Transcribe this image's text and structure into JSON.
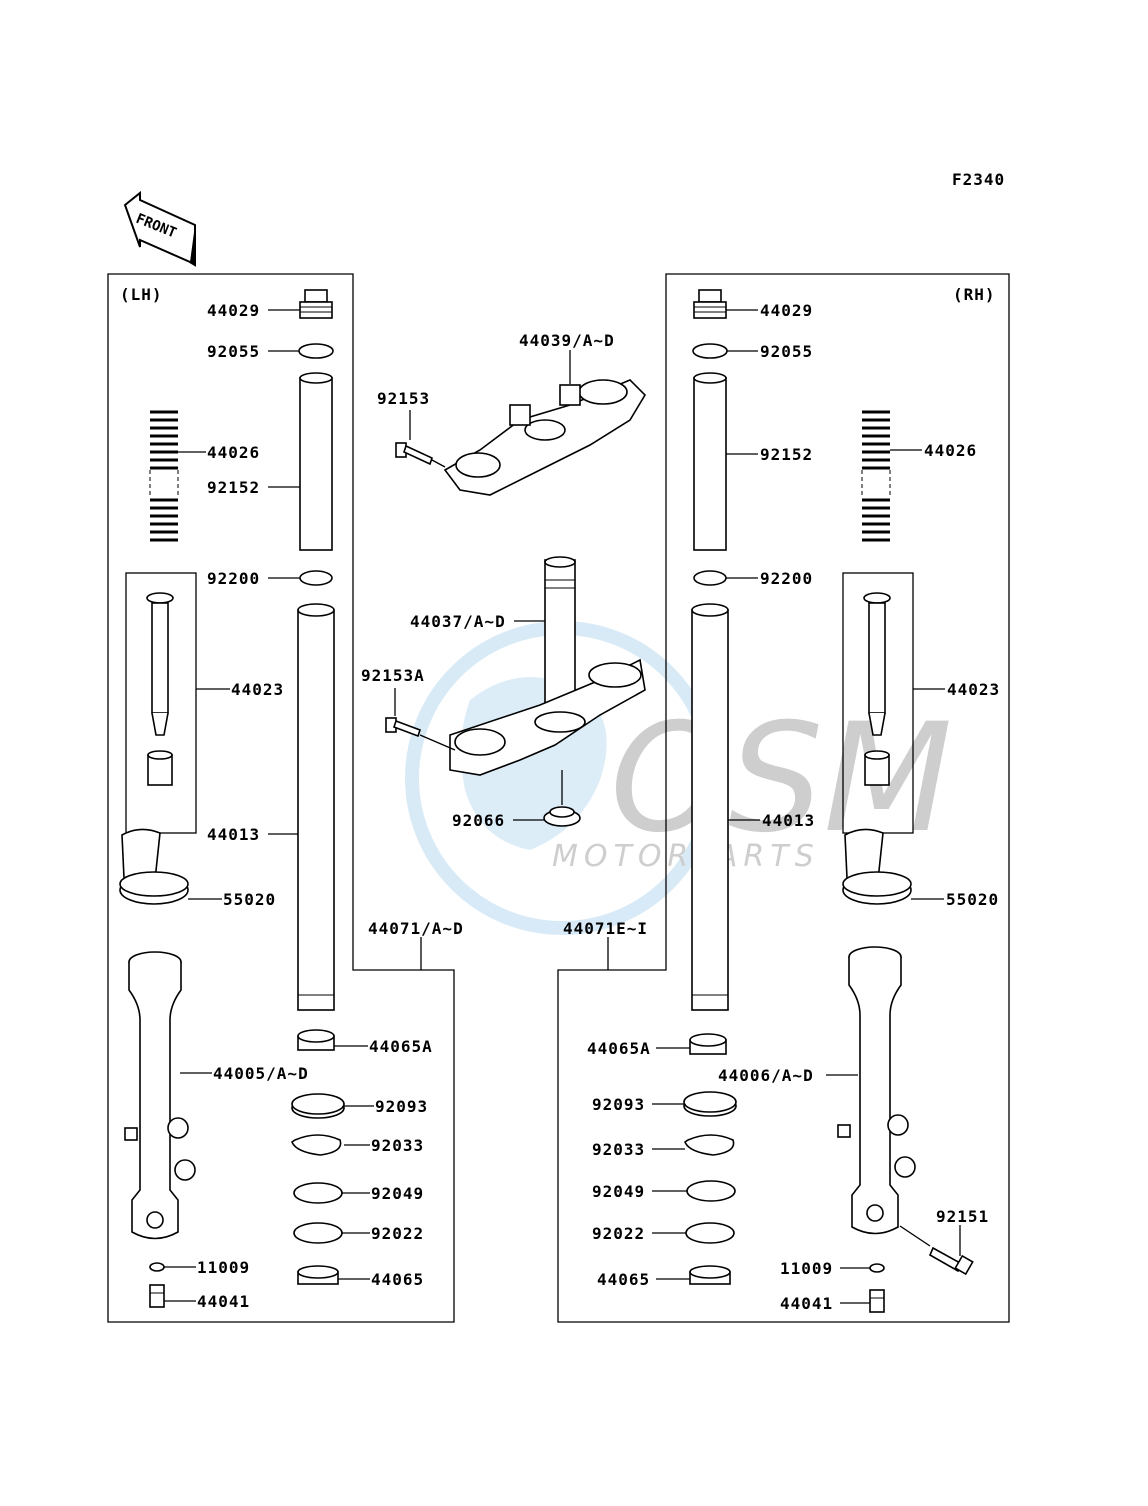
{
  "figure_code": "F2340",
  "front_label": "FRONT",
  "side_lh": "(LH)",
  "side_rh": "(RH)",
  "watermark": {
    "brand": "OSM",
    "sub": "MOTORPARTS"
  },
  "parts": {
    "lh_44029": "44029",
    "lh_92055": "92055",
    "lh_44026": "44026",
    "lh_92152": "92152",
    "lh_92200": "92200",
    "lh_44023": "44023",
    "lh_44013": "44013",
    "lh_55020": "55020",
    "lh_44065A": "44065A",
    "lh_44005": "44005/A~D",
    "lh_92093": "92093",
    "lh_92033": "92033",
    "lh_92049": "92049",
    "lh_92022": "92022",
    "lh_11009": "11009",
    "lh_44065": "44065",
    "lh_44041": "44041",
    "c_44039": "44039/A~D",
    "c_92153": "92153",
    "c_44037": "44037/A~D",
    "c_92153A": "92153A",
    "c_92066": "92066",
    "c_44071": "44071/A~D",
    "c_44071E": "44071E~I",
    "rh_44029": "44029",
    "rh_92055": "92055",
    "rh_92152": "92152",
    "rh_44026": "44026",
    "rh_92200": "92200",
    "rh_44023": "44023",
    "rh_44013": "44013",
    "rh_55020": "55020",
    "rh_44065A": "44065A",
    "rh_44006": "44006/A~D",
    "rh_92093": "92093",
    "rh_92033": "92033",
    "rh_92049": "92049",
    "rh_92022": "92022",
    "rh_92151": "92151",
    "rh_11009": "11009",
    "rh_44065": "44065",
    "rh_44041": "44041"
  }
}
